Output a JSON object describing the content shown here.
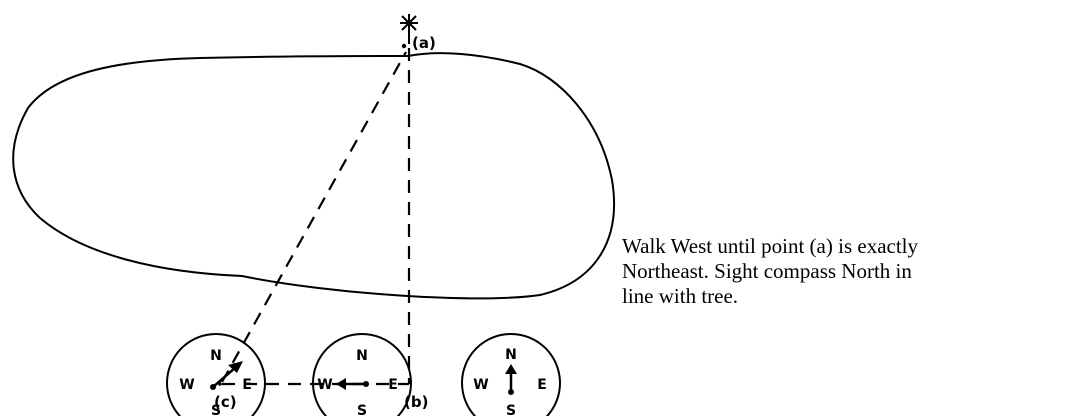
{
  "diagram": {
    "points": {
      "a": "(a)",
      "b": "(b)",
      "c": "(c)"
    },
    "compasses": [
      {
        "n": "N",
        "e": "E",
        "s": "S",
        "w": "W",
        "needle": "northeast"
      },
      {
        "n": "N",
        "e": "E",
        "s": "S",
        "w": "W",
        "needle": "west"
      },
      {
        "n": "N",
        "e": "E",
        "s": "S",
        "w": "W",
        "needle": "north"
      }
    ],
    "instruction_lines": [
      "Walk West until point (a) is exactly",
      "Northeast.  Sight compass North in",
      "line with tree."
    ]
  }
}
